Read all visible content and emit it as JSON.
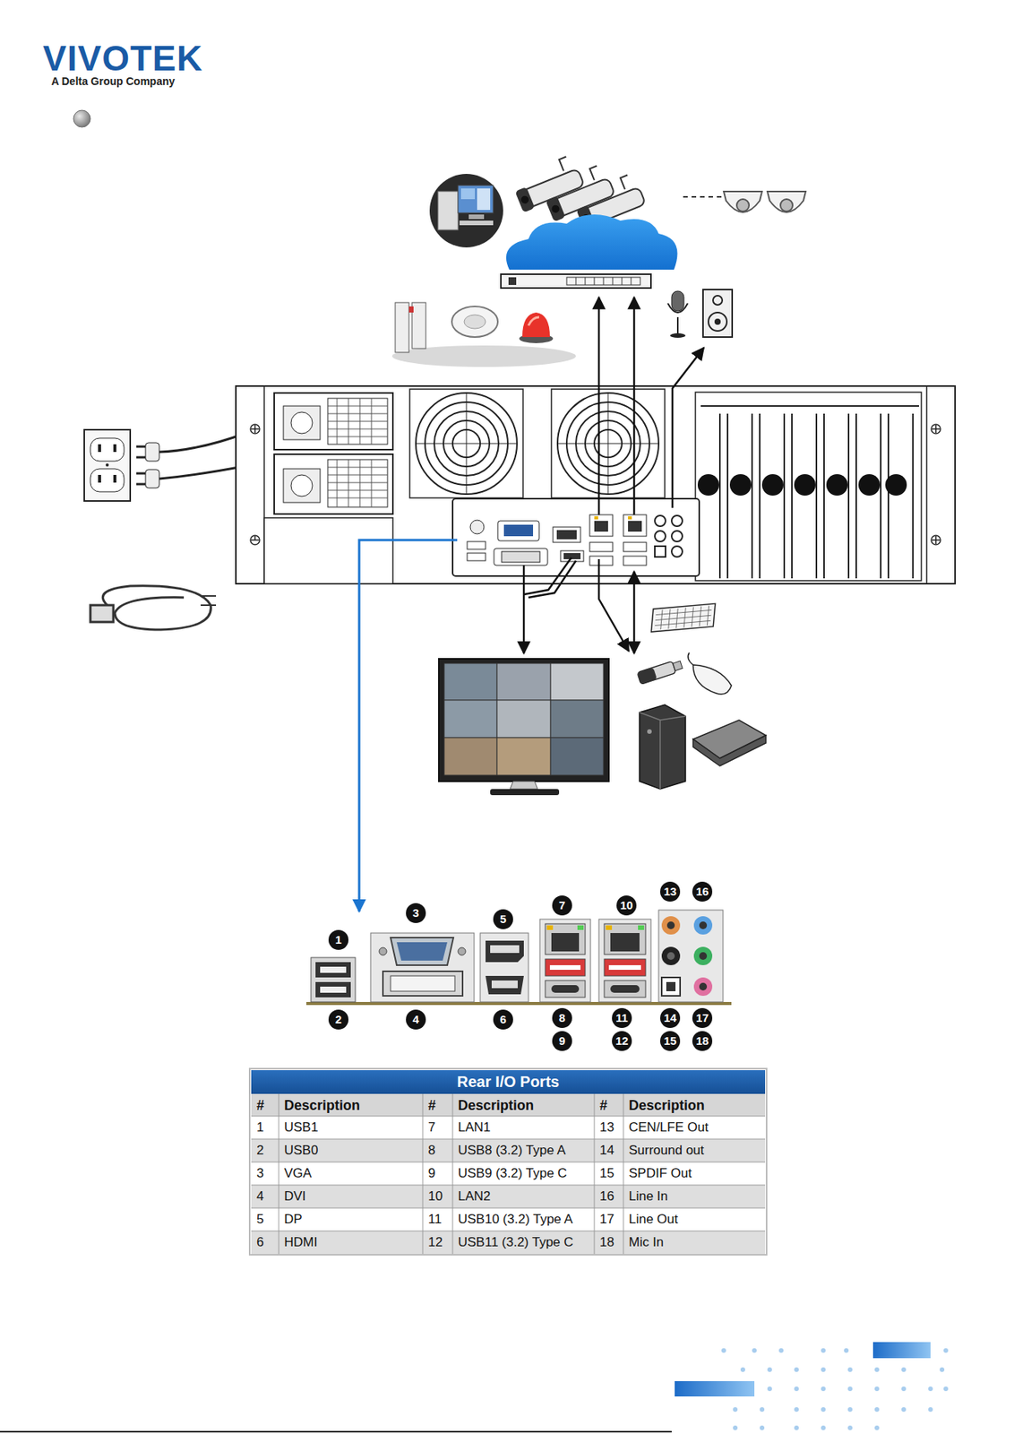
{
  "diagram": {
    "nodes": [
      {
        "text": [
          "Rear I/O Ports"
        ]
      }
    ],
    "labels": [
      "VIVOTEK",
      "A Delta Group Company",
      "1",
      "2",
      "3",
      "4",
      "5",
      "6",
      "7",
      "8",
      "9",
      "10",
      "11",
      "12",
      "13",
      "14",
      "15",
      "16",
      "17",
      "18",
      "#",
      "Description",
      "#",
      "Description",
      "#",
      "Description",
      "1",
      "USB1",
      "7",
      "LAN1",
      "13",
      "CEN/LFE Out",
      "2",
      "USB0",
      "8",
      "USB8 (3.2) Type A",
      "14",
      "Surround out",
      "3",
      "VGA",
      "9",
      "USB9 (3.2) Type C",
      "15",
      "SPDIF Out",
      "4",
      "DVI",
      "10",
      "LAN2",
      "16",
      "Line In",
      "5",
      "DP",
      "11",
      "USB10 (3.2) Type A",
      "17",
      "Line Out",
      "6",
      "HDMI",
      "12",
      "USB11 (3.2) Type C",
      "18",
      "Mic In"
    ]
  }
}
